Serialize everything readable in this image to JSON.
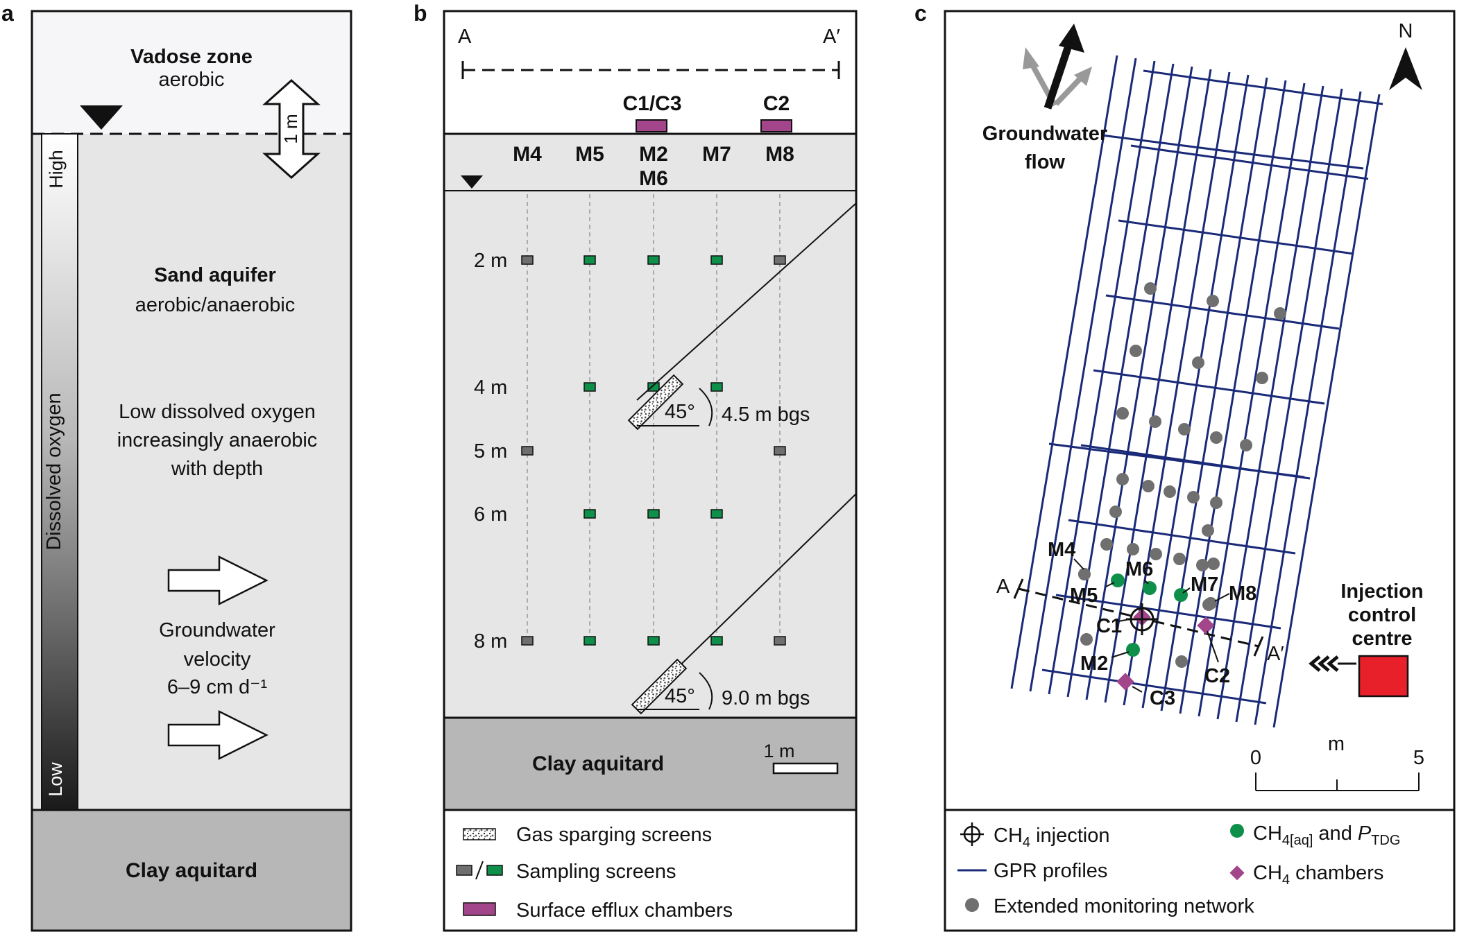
{
  "panel_a": {
    "letter": "a",
    "vadose_title": "Vadose zone",
    "vadose_sub": "aerobic",
    "scale_label": "1 m",
    "do_high": "High",
    "do_axis": "Dissolved oxygen",
    "do_low": "Low",
    "aquifer_title": "Sand aquifer",
    "aquifer_sub": "aerobic/anaerobic",
    "low_do_1": "Low dissolved oxygen",
    "low_do_2": "increasingly anaerobic",
    "low_do_3": "with depth",
    "gw_1": "Groundwater",
    "gw_2": "velocity",
    "gw_3": "6–9 cm d⁻¹",
    "clay": "Clay aquitard"
  },
  "panel_b": {
    "letter": "b",
    "section_a": "A",
    "section_a_prime": "A′",
    "chamber_c1c3": "C1/C3",
    "chamber_c2": "C2",
    "wells": [
      {
        "label": "M4",
        "sub": ""
      },
      {
        "label": "M5",
        "sub": ""
      },
      {
        "label": "M2",
        "sub": "M6"
      },
      {
        "label": "M7",
        "sub": ""
      },
      {
        "label": "M8",
        "sub": ""
      }
    ],
    "depths": [
      "2 m",
      "4 m",
      "5 m",
      "6 m",
      "8 m"
    ],
    "screen_types": [
      [
        "gray",
        "green",
        "green",
        "green",
        "gray"
      ],
      [
        "none",
        "green",
        "green",
        "green",
        "none"
      ],
      [
        "gray",
        "none",
        "none",
        "none",
        "gray"
      ],
      [
        "none",
        "green",
        "green",
        "green",
        "none"
      ],
      [
        "gray",
        "green",
        "green",
        "green",
        "gray"
      ]
    ],
    "angle_label": "45°",
    "bgs_upper": "4.5 m bgs",
    "bgs_lower": "9.0 m bgs",
    "clay": "Clay aquitard",
    "scale_label": "1 m",
    "legend": {
      "sparging": "Gas sparging screens",
      "sampling": "Sampling screens",
      "efflux": "Surface efflux chambers"
    }
  },
  "panel_c": {
    "letter": "c",
    "north": "N",
    "gw_flow_1": "Groundwater",
    "gw_flow_2": "flow",
    "injection_1": "Injection",
    "injection_2": "control",
    "injection_3": "centre",
    "section_a": "A",
    "section_a_prime": "A′",
    "well_labels": [
      "M4",
      "M5",
      "M6",
      "M7",
      "M8",
      "M2",
      "C1",
      "C2",
      "C3"
    ],
    "scale": {
      "start": "0",
      "unit": "m",
      "end": "5"
    },
    "legend": {
      "injection": "CH",
      "injection_sub": "4",
      "injection_tail": " injection",
      "gpr": "GPR profiles",
      "extended": "Extended monitoring network",
      "aq_a": "CH",
      "aq_b": "4[aq]",
      "aq_c": " and ",
      "aq_d": "P",
      "aq_e": "TDG",
      "chambers_a": "CH",
      "chambers_b": "4",
      "chambers_c": " chambers"
    }
  },
  "colors": {
    "green": "#0e8f4a",
    "gray_marker": "#6f6f6f",
    "purple": "#a2458a",
    "navy": "#1a2a78",
    "red": "#e8202a",
    "panel_bg": "#e6e6e6",
    "vadose_bg": "#f6f6f8",
    "clay_bg": "#b7b7b7"
  }
}
